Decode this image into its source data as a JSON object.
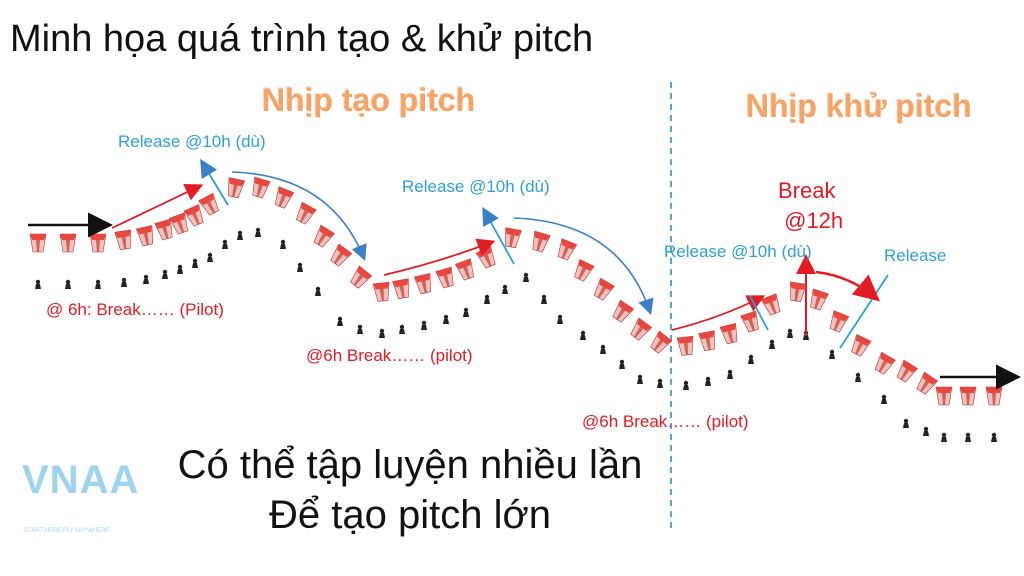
{
  "title": "Minh họa quá trình tạo & khử pitch",
  "section_left": "Nhịp tạo pitch",
  "section_right": "Nhịp khử pitch",
  "labels": {
    "release_1": "Release @10h (dù)",
    "release_2": "Release @10h (dù)",
    "release_3": "Release @10h (dù)",
    "release_4": "Release",
    "break_1": "@ 6h: Break…… (Pilot)",
    "break_2": "@6h Break…… (pilot)",
    "break_3": "@6h Break…… (pilot)",
    "break_12": "Break\n @12h"
  },
  "bottom_text": {
    "line1": "Có thể tập luyện nhiều lần",
    "line2": "Để tạo pitch lớn"
  },
  "logo": {
    "text": "VNAA",
    "tagline": "START HERE FLY ANYWHERE"
  },
  "colors": {
    "section": "#f5a467",
    "release": "#2e9fd8",
    "break": "#e31b23",
    "divider": "#5aa3d8",
    "canopy_red": "#e8473f",
    "canopy_pink": "#f3c1bd"
  }
}
